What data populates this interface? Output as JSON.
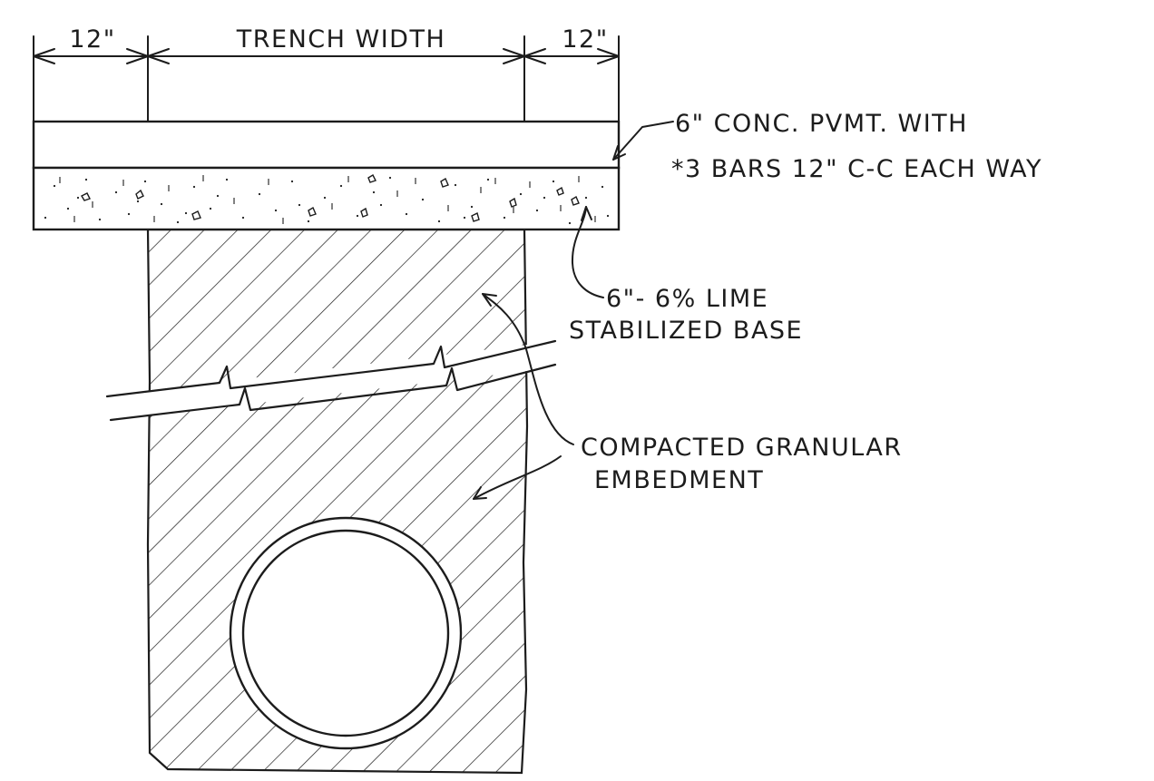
{
  "dimensions": {
    "left_offset": "12\"",
    "trench_width": "TRENCH WIDTH",
    "right_offset": "12\""
  },
  "notes": {
    "pavement_line1": "6\" CONC. PVMT. WITH",
    "pavement_line2": "*3 BARS 12\" C-C EACH WAY",
    "base_line1": "6\"- 6% LIME",
    "base_line2": "STABILIZED BASE",
    "embedment_line1": "COMPACTED GRANULAR",
    "embedment_line2": "EMBEDMENT"
  },
  "colors": {
    "ink": "#1c1c1c",
    "background": "#ffffff"
  }
}
